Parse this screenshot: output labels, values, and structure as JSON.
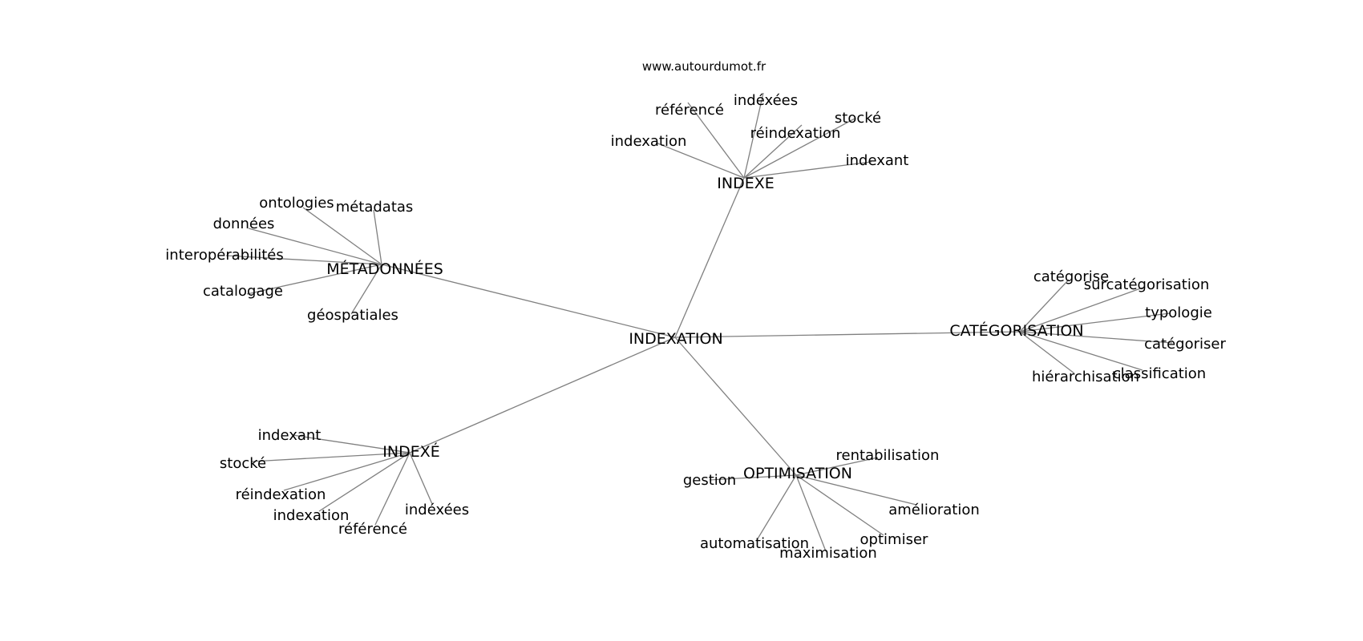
{
  "watermark": "www.autourdumot.fr",
  "graph": {
    "center": "INDEXATION",
    "hubs": [
      {
        "id": "indexe-top",
        "label": "INDEXE",
        "leaves": [
          "référencé",
          "indéxées",
          "stocké",
          "réindexation",
          "indexation",
          "indexant"
        ]
      },
      {
        "id": "metadonnees",
        "label": "MÉTADONNÉES",
        "leaves": [
          "ontologies",
          "métadatas",
          "données",
          "interopérabilités",
          "catalogage",
          "géospatiales"
        ]
      },
      {
        "id": "categorisation",
        "label": "CATÉGORISATION",
        "leaves": [
          "catégorise",
          "surcatégorisation",
          "typologie",
          "catégoriser",
          "classification",
          "hiérarchisation"
        ]
      },
      {
        "id": "indexe-bottom",
        "label": "INDEXÉ",
        "leaves": [
          "indexant",
          "stocké",
          "réindexation",
          "indexation",
          "référencé",
          "indéxées"
        ]
      },
      {
        "id": "optimisation",
        "label": "OPTIMISATION",
        "leaves": [
          "rentabilisation",
          "gestion",
          "amélioration",
          "optimiser",
          "automatisation",
          "maximisation"
        ]
      }
    ]
  }
}
